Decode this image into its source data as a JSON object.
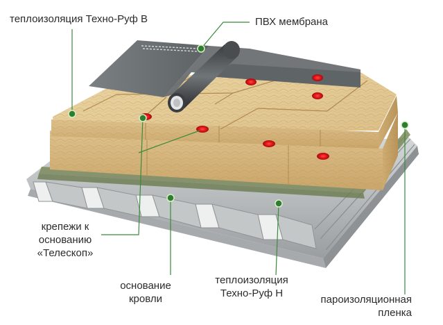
{
  "colors": {
    "leader": "#3a8a3a",
    "marker": "#2f7d2f",
    "marker_ring": "#d6efc9",
    "membrane": "#6d7275",
    "insulation": "#e3c98f",
    "steel": "#b9bcbd",
    "fastener": "#e3151b"
  },
  "labels": {
    "top_left": "теплоизоляция Техно-Руф В",
    "pvc": "ПВХ мембрана",
    "fasteners": [
      "крепежи к",
      "основанию",
      "«Телескоп»"
    ],
    "base": [
      "основание",
      "кровли"
    ],
    "bottom_ins": [
      "теплоизоляция",
      "Техно-Руф Н"
    ],
    "vapor": [
      "пароизоляционная",
      "пленка"
    ]
  }
}
